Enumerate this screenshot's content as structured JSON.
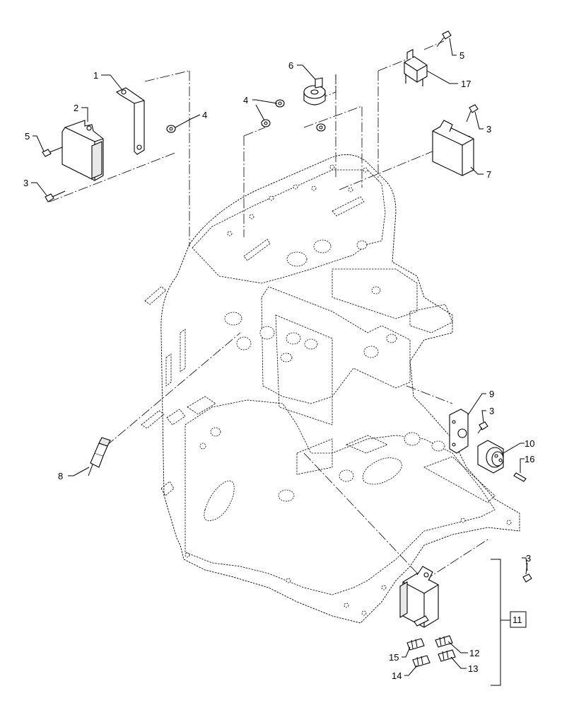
{
  "callouts": {
    "c1": "1",
    "c2": "2",
    "c3a": "3",
    "c3b": "3",
    "c3c": "3",
    "c3d": "3",
    "c4a": "4",
    "c4b": "4",
    "c5a": "5",
    "c5b": "5",
    "c6": "6",
    "c7": "7",
    "c8": "8",
    "c9": "9",
    "c10": "10",
    "c11": "11",
    "c12": "12",
    "c13": "13",
    "c14": "14",
    "c15": "15",
    "c16": "16",
    "c17": "17"
  }
}
